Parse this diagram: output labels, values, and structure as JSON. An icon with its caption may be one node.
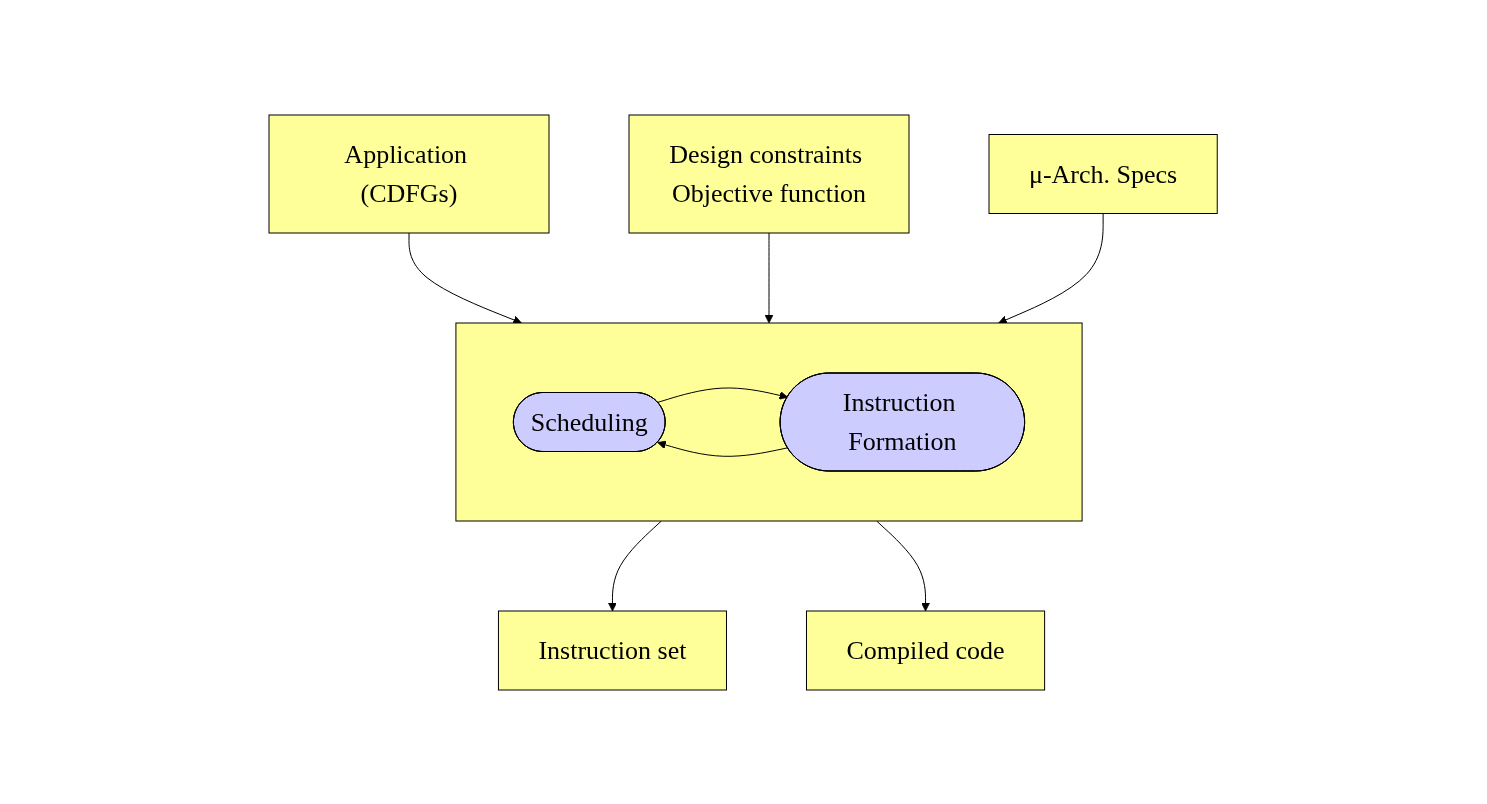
{
  "diagram": {
    "nodes": [
      {
        "text": [
          "Application (CDFGs)"
        ]
      },
      {
        "text": [
          "Design constraints Objective function"
        ]
      },
      {
        "text": [
          "μ-Arch. Specs"
        ]
      },
      {
        "text": [],
        "shape": "box"
      },
      {
        "text": [
          "Scheduling"
        ],
        "in": 3
      },
      {
        "text": [
          "Instruction Formation"
        ],
        "in": 3
      },
      {
        "text": [
          "Instruction set"
        ]
      },
      {
        "text": [
          "Compiled code"
        ]
      }
    ],
    "edges": [
      {
        "from": 0,
        "to": 3,
        "arrow": "to"
      },
      {
        "from": 1,
        "to": 3,
        "arrow": "to"
      },
      {
        "from": 2,
        "to": 3,
        "arrow": "to"
      },
      {
        "from": 5,
        "to": 4,
        "arrow": "to"
      },
      {
        "from": 4,
        "to": 5,
        "arrow": "to"
      },
      {
        "from": 3,
        "to": 6,
        "arrow": "to"
      },
      {
        "from": 3,
        "to": 7,
        "arrow": "to"
      }
    ]
  }
}
